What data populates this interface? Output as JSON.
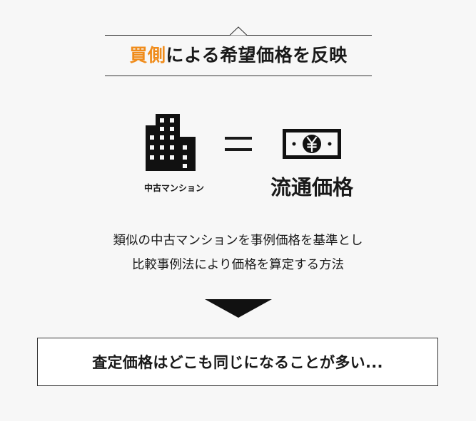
{
  "header": {
    "title_accent": "買側",
    "title_rest": "による希望価格を反映"
  },
  "equation": {
    "left_icon": "building-icon",
    "left_label": "中古マンション",
    "operator": "equals-icon",
    "right_icon": "yen-banknote-icon",
    "right_label": "流通価格"
  },
  "description": {
    "line1": "類似の中古マンションを事例価格を基準とし",
    "line2": "比較事例法により価格を算定する方法"
  },
  "arrow_icon": "down-triangle-icon",
  "conclusion": {
    "text": "査定価格はどこも同じになることが多い..."
  },
  "colors": {
    "background": "#f7f7f7",
    "accent": "#f08c1b",
    "text": "#1a1a1a",
    "box_background": "#ffffff"
  }
}
